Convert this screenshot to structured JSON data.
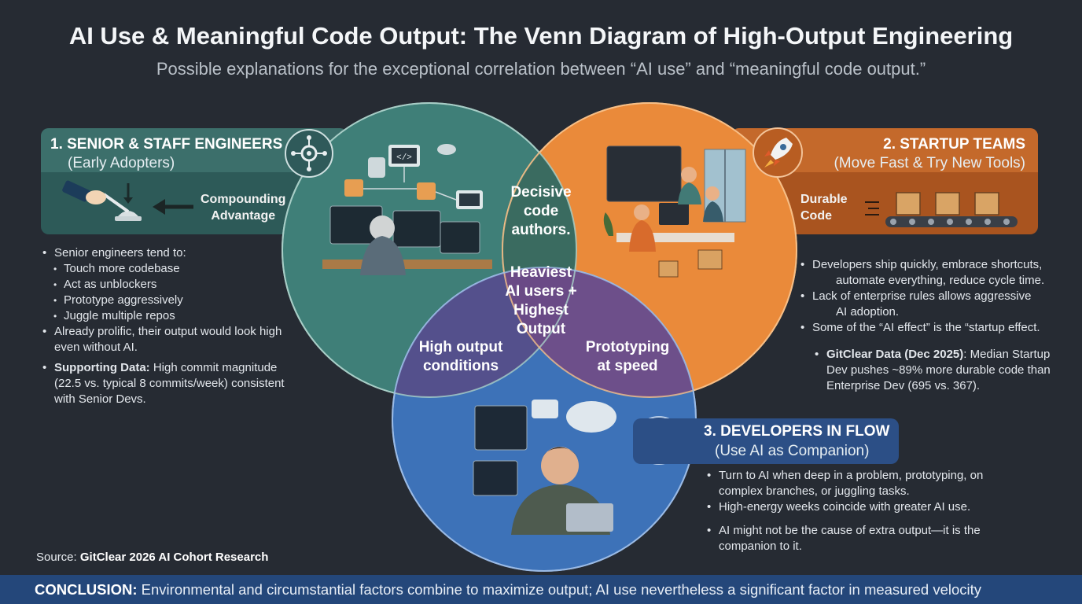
{
  "header": {
    "title": "AI Use & Meaningful Code Output: The Venn Diagram of High-Output Engineering",
    "subtitle": "Possible explanations for the exceptional correlation between “AI use” and “meaningful code output.”"
  },
  "colors": {
    "background": "#262b33",
    "circle_teal": "#3f7f78",
    "circle_orange": "#ea8a3a",
    "circle_blue": "#3d72b8",
    "overlap_purple": "#6a4a86",
    "conclusion_bar": "#24477a"
  },
  "sections": {
    "senior": {
      "title": "1. SENIOR & STAFF ENGINEERS",
      "subtitle": "(Early Adopters)",
      "tag_line1": "Compounding",
      "tag_line2": "Advantage",
      "intro": "Senior engineers tend to:",
      "sub_bullets": [
        "Touch more codebase",
        "Act as unblockers",
        "Prototype aggressively",
        "Juggle multiple repos"
      ],
      "bullet2": "Already prolific, their output would look high even without AI.",
      "data_label": "Supporting Data:",
      "data_text": " High commit magnitude (22.5 vs. typical 8 commits/week) consistent with Senior Devs.",
      "icon": "network-gear-icon",
      "lever_icon": "hand-lever-icon"
    },
    "startup": {
      "title": "2. STARTUP TEAMS",
      "subtitle": "(Move Fast & Try New Tools)",
      "tag_line1": "Durable",
      "tag_line2": "Code",
      "b1_line1": "Developers ship quickly, embrace shortcuts,",
      "b1_line2": "automate everything, reduce cycle time.",
      "b2_line1": "Lack of enterprise rules allows aggressive",
      "b2_line2": "AI adoption.",
      "b3": "Some of the “AI effect” is the “startup effect.",
      "data_label": "GitClear Data (Dec 2025)",
      "data_text1": ": Median Startup",
      "data_text2": "Dev pushes ~89% more durable code than",
      "data_text3": "Enterprise Dev (695 vs. 367).",
      "icon": "rocket-icon",
      "boxes_icon": "conveyor-boxes-icon"
    },
    "flow": {
      "title": "3. DEVELOPERS IN FLOW",
      "subtitle": "(Use AI as Companion)",
      "b1_line1": "Turn to AI when deep in a problem, prototyping, on",
      "b1_line2": "complex branches, or juggling tasks.",
      "b2": "High-energy weeks coincide with greater AI use.",
      "b3_line1": "AI might not be the cause of extra output—it is the",
      "b3_line2": "companion to it.",
      "icon": "robot-icon"
    }
  },
  "venn": {
    "decisive_l1": "Decisive",
    "decisive_l2": "code",
    "decisive_l3": "authors.",
    "center_l1": "Heaviest",
    "center_l2": "AI users +",
    "center_l3": "Highest",
    "center_l4": "Output",
    "high_l1": "High output",
    "high_l2": "conditions",
    "proto_l1": "Prototyping",
    "proto_l2": "at speed"
  },
  "footer": {
    "source_label": "Source: ",
    "source_value": "GitClear 2026 AI Cohort Research",
    "conclusion_label": "CONCLUSION:",
    "conclusion_text": " Environmental and circumstantial factors combine to maximize output; AI use nevertheless a significant factor in measured velocity"
  }
}
